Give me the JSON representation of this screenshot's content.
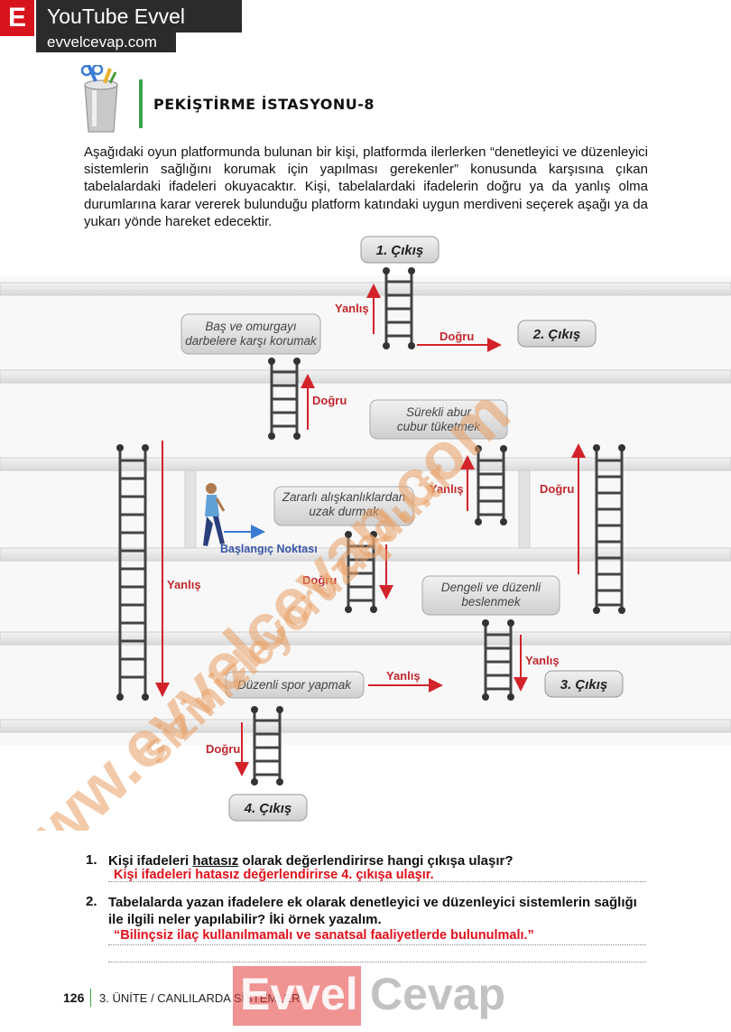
{
  "brand": {
    "letter": "E",
    "title": "YouTube Evvel Cevap",
    "subtitle": "evvelcevap.com"
  },
  "section": {
    "title": "PEKİŞTİRME İSTASYONU-8"
  },
  "intro": "Aşağıdaki oyun platformunda bulunan bir kişi, platformda ilerlerken “denetleyici ve düzenleyici sistemlerin sağlığını korumak için yapılması gerekenler” konusunda karşısına çıkan tabelalardaki ifadeleri okuyacaktır. Kişi, tabelalardaki ifadelerin doğru ya da yanlış olma durumlarına karar vererek bulunduğu platform katındaki uygun merdiveni seçerek aşağı ya da yukarı yönde hareket edecektir.",
  "diagram": {
    "exits": [
      "1. Çıkış",
      "2. Çıkış",
      "3. Çıkış",
      "4. Çıkış"
    ],
    "signs": {
      "bas_line1": "Baş ve omurgayı",
      "bas_line2": "darbelere karşı korumak",
      "abur_line1": "Sürekli abur",
      "abur_line2": "cubur tüketmek",
      "zararli_line1": "Zararlı alışkanlıklardan",
      "zararli_line2": "uzak durmak",
      "dengeli_line1": "Dengeli ve düzenli",
      "dengeli_line2": "beslenmek",
      "spor": "Düzenli spor yapmak"
    },
    "labels": {
      "dogru": "Doğru",
      "yanlis": "Yanlış"
    },
    "start": "Başlangıç Noktası",
    "watermarks": [
      "www.evvelcevap.com",
      "sizinizleyoruz.edu.tr"
    ]
  },
  "questions": [
    {
      "number": "1.",
      "text_before": "Kişi ifadeleri ",
      "underlined": "hatasız",
      "text_after": " olarak değerlendirirse hangi çıkışa ulaşır?",
      "answer": "Kişi ifadeleri hatasız değerlendirirse 4. çıkışa ulaşır."
    },
    {
      "number": "2.",
      "text": "Tabelalarda yazan ifadelere ek olarak denetleyici ve düzenleyici sistemlerin sağlığı ile ilgili neler yapılabilir? İki örnek yazalım.",
      "answer": "“Bilinçsiz ilaç kullanılmamalı ve sanatsal faaliyetlerde bulunulmalı.”"
    }
  ],
  "footer": {
    "page_number": "126",
    "unit": "3. ÜNİTE / CANLILARDA SİSTEMLER",
    "logo_left": "Evvel",
    "logo_right": "Cevap"
  },
  "colors": {
    "brand_red": "#d7141d",
    "accent_green": "#3aa34a",
    "arrow_red": "#c1272d",
    "start_blue": "#3a57a6",
    "answer_red": "#e0101b"
  }
}
